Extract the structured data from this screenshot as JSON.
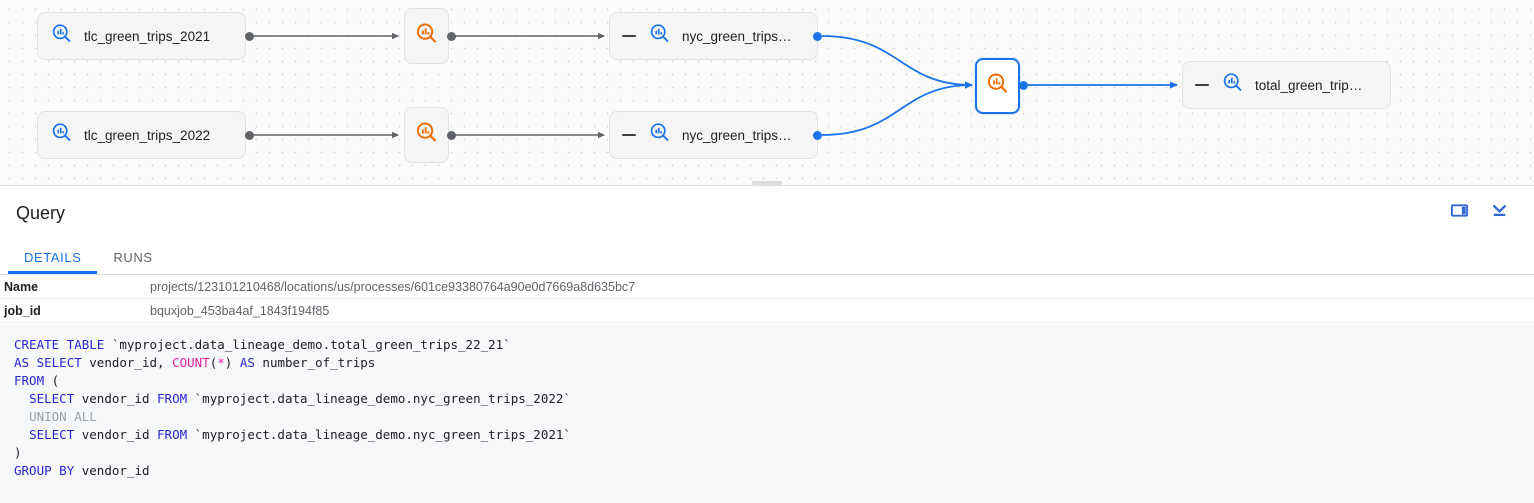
{
  "graph": {
    "nodes": [
      {
        "id": "tlc-2021",
        "type": "asset",
        "label": "tlc_green_trips_2021",
        "icon": "table-search-icon",
        "collapsible": false,
        "selected": false
      },
      {
        "id": "tlc-2022",
        "type": "asset",
        "label": "tlc_green_trips_2022",
        "icon": "table-search-icon",
        "collapsible": false,
        "selected": false
      },
      {
        "id": "proc-1",
        "type": "process",
        "label": "",
        "icon": "process-search-icon",
        "selected": false
      },
      {
        "id": "proc-2",
        "type": "process",
        "label": "",
        "icon": "process-search-icon",
        "selected": false
      },
      {
        "id": "nyc-2021",
        "type": "asset",
        "label": "nyc_green_trips…",
        "icon": "table-search-icon",
        "collapsible": true,
        "selected": false
      },
      {
        "id": "nyc-2022",
        "type": "asset",
        "label": "nyc_green_trips…",
        "icon": "table-search-icon",
        "collapsible": true,
        "selected": false
      },
      {
        "id": "proc-3",
        "type": "process",
        "label": "",
        "icon": "process-search-icon",
        "selected": true
      },
      {
        "id": "total",
        "type": "asset",
        "label": "total_green_trip…",
        "icon": "table-search-icon",
        "collapsible": true,
        "selected": false
      }
    ],
    "colors": {
      "asset_icon": "#1a73e8",
      "process_icon": "#ef6c00",
      "selected_border": "#1a73e8",
      "edge_default": "#5f6368",
      "edge_highlight": "#1a73e8",
      "node_fill": "#f5f5f5"
    }
  },
  "panel": {
    "title": "Query",
    "actions": [
      {
        "name": "split-panel-icon",
        "label": "Split panel"
      },
      {
        "name": "collapse-down-icon",
        "label": "Collapse panel"
      }
    ],
    "tabs": [
      {
        "id": "details",
        "label": "DETAILS",
        "active": true
      },
      {
        "id": "runs",
        "label": "RUNS",
        "active": false
      }
    ],
    "details": [
      {
        "key": "Name",
        "value": "projects/123101210468/locations/us/processes/601ce93380764a90e0d7669a8d635bc7"
      },
      {
        "key": "job_id",
        "value": "bquxjob_453ba4af_1843f194f85"
      }
    ],
    "sql": {
      "language": "sql",
      "lines": [
        "CREATE TABLE `myproject.data_lineage_demo.total_green_trips_22_21`",
        "AS SELECT vendor_id, COUNT(*) AS number_of_trips",
        "FROM (",
        "  SELECT vendor_id FROM `myproject.data_lineage_demo.nyc_green_trips_2022`",
        "  UNION ALL",
        "  SELECT vendor_id FROM `myproject.data_lineage_demo.nyc_green_trips_2021`",
        ")",
        "GROUP BY vendor_id"
      ]
    }
  }
}
